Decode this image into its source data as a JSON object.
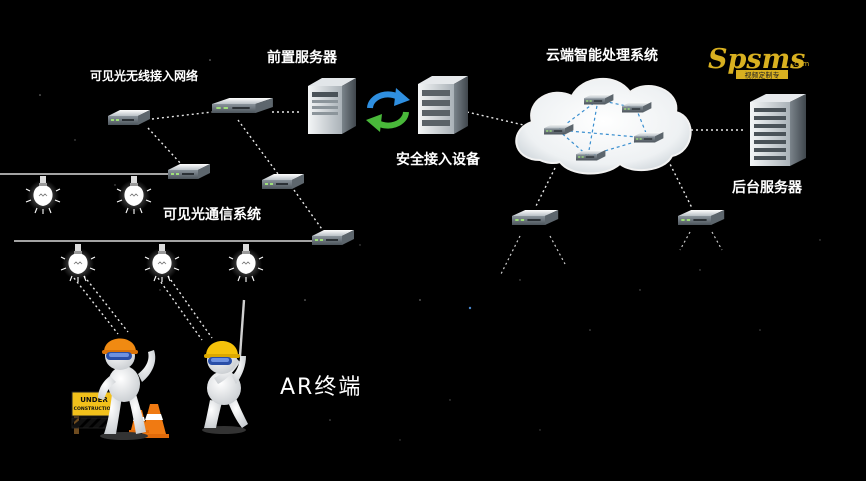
{
  "labels": {
    "front_server": "前置服务器",
    "cloud_system": "云端智能处理系统",
    "vlc_network": "可见光无线接入网络",
    "security_device": "安全接入设备",
    "vlc_system": "可见光通信系统",
    "backend_server": "后台服务器",
    "ar_terminal": "AR终端"
  },
  "logo": {
    "brand": "Spsms",
    "domain": ".com",
    "tagline": "视频定制专"
  },
  "sign": {
    "line1": "UNDER",
    "line2": "CONSTRUCTION"
  },
  "colors": {
    "background": "#000000",
    "text": "#ffffff",
    "arrow_blue": "#2f8fe0",
    "arrow_green": "#49b83a",
    "helmet_orange": "#f08a12",
    "helmet_yellow": "#f5c20a",
    "logo_gold": "#d8b020"
  }
}
